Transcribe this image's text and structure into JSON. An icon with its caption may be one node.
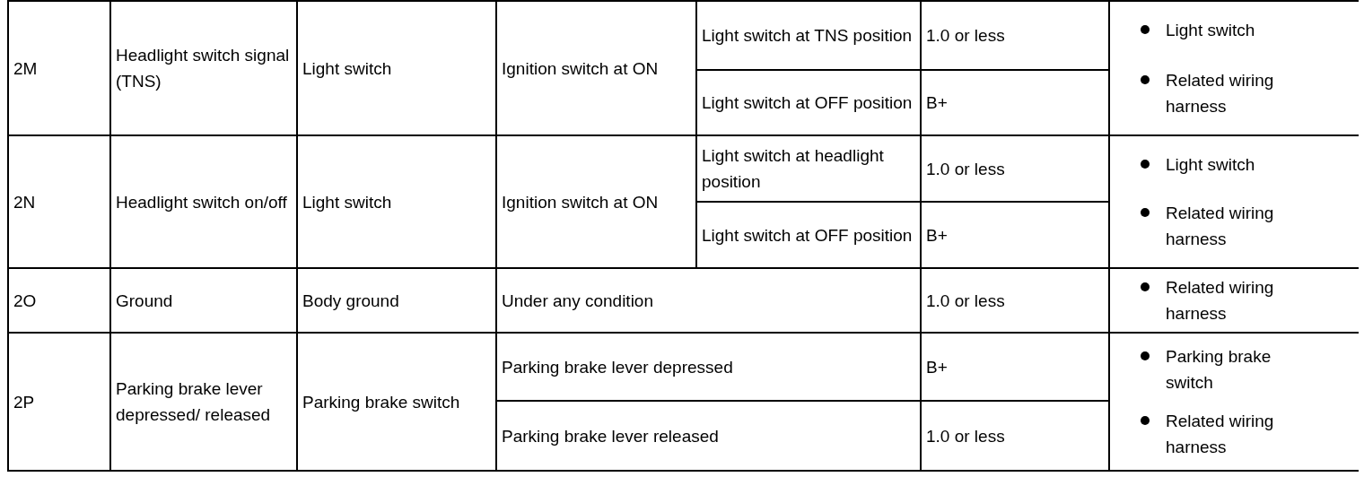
{
  "diagram": {
    "labels": [
      "2M",
      "Headlight switch signal (TNS)",
      "Light switch",
      "Ignition switch at ON",
      "Light switch at TNS position",
      "1.0 or less",
      "Light switch",
      "Light switch at OFF position",
      "B+",
      "Related wiring harness",
      "2N",
      "Headlight switch on/off",
      "Light switch",
      "Ignition switch at ON",
      "Light switch at headlight position",
      "1.0 or less",
      "Light switch",
      "Light switch at OFF position",
      "B+",
      "Related wiring harness",
      "2O",
      "Ground",
      "Body ground",
      "Under any condition",
      "1.0 or less",
      "Related wiring harness",
      "2P",
      "Parking brake lever depressed/ released",
      "Parking brake switch",
      "Parking brake lever depressed",
      "B+",
      "Parking brake switch",
      "Parking brake lever released",
      "1.0 or less",
      "Related wiring harness"
    ]
  }
}
